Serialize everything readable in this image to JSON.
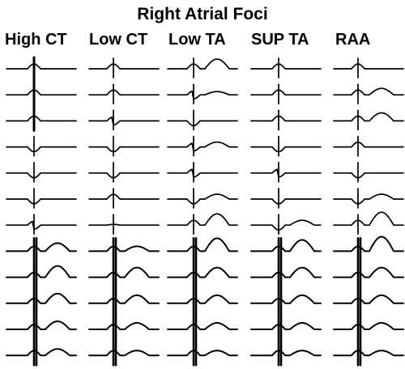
{
  "title": "Right Atrial Foci",
  "columns": [
    {
      "label": "High CT"
    },
    {
      "label": "Low CT"
    },
    {
      "label": "Low TA"
    },
    {
      "label": "SUP TA"
    },
    {
      "label": "RAA"
    }
  ],
  "leads_per_column": 12,
  "colors": {
    "background": "#ffffff",
    "ink": "#000000"
  }
}
